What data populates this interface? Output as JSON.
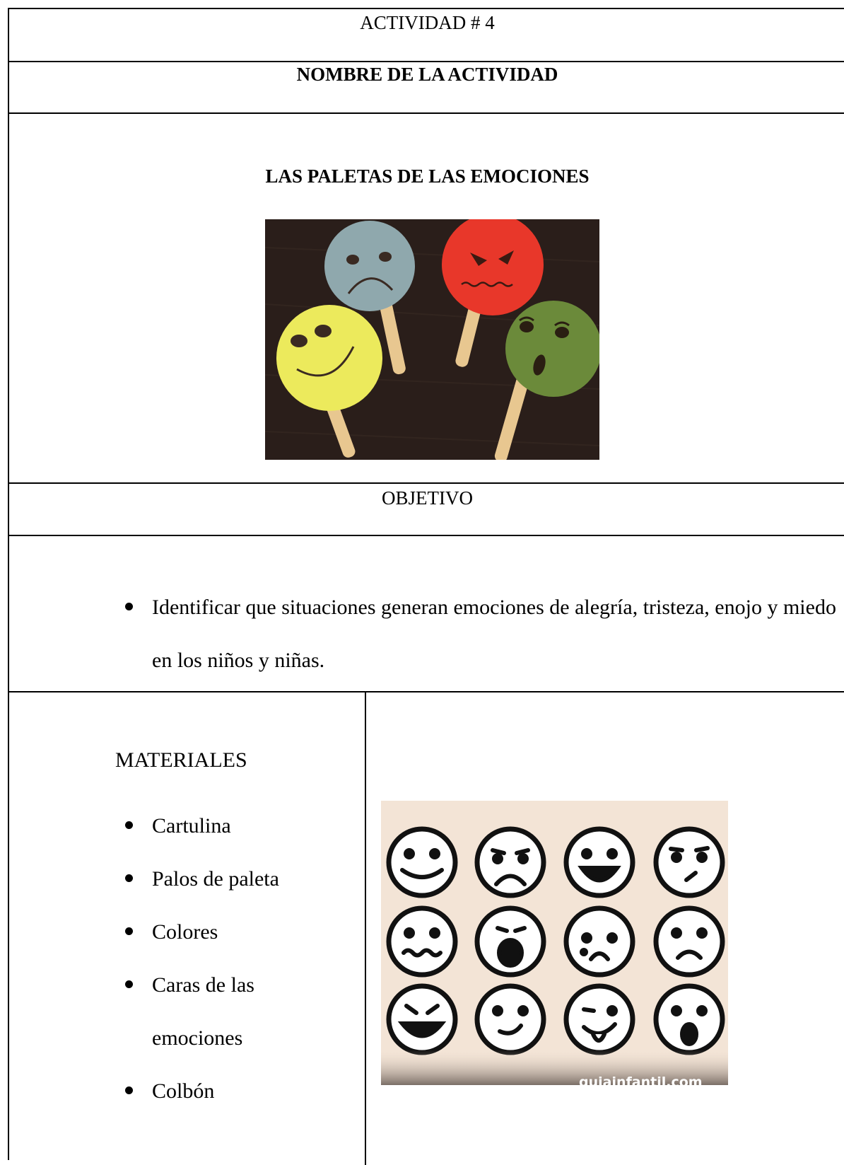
{
  "header": {
    "activity_number": "ACTIVIDAD # 4"
  },
  "name_section": {
    "label": "NOMBRE DE LA ACTIVIDAD",
    "activity_title": "LAS PALETAS DE LAS EMOCIONES"
  },
  "objective": {
    "label": "OBJETIVO",
    "items": [
      "Identificar que situaciones generan emociones de alegría, tristeza, enojo y miedo en los niños y niñas."
    ]
  },
  "materials": {
    "label": "MATERIALES",
    "items": [
      "Cartulina",
      "Palos de paleta",
      "Colores",
      "Caras de las emociones",
      "Colbón"
    ]
  },
  "faces_image": {
    "watermark": "guiainfantil.com"
  },
  "colors": {
    "paddle_blue": "#8fa8ad",
    "paddle_red": "#e8372a",
    "paddle_yellow": "#ecea5c",
    "paddle_green": "#6b8a3a",
    "stick": "#e8c790",
    "photo_bg": "#2a1e1a",
    "faces_bg": "#f3e4d6"
  }
}
